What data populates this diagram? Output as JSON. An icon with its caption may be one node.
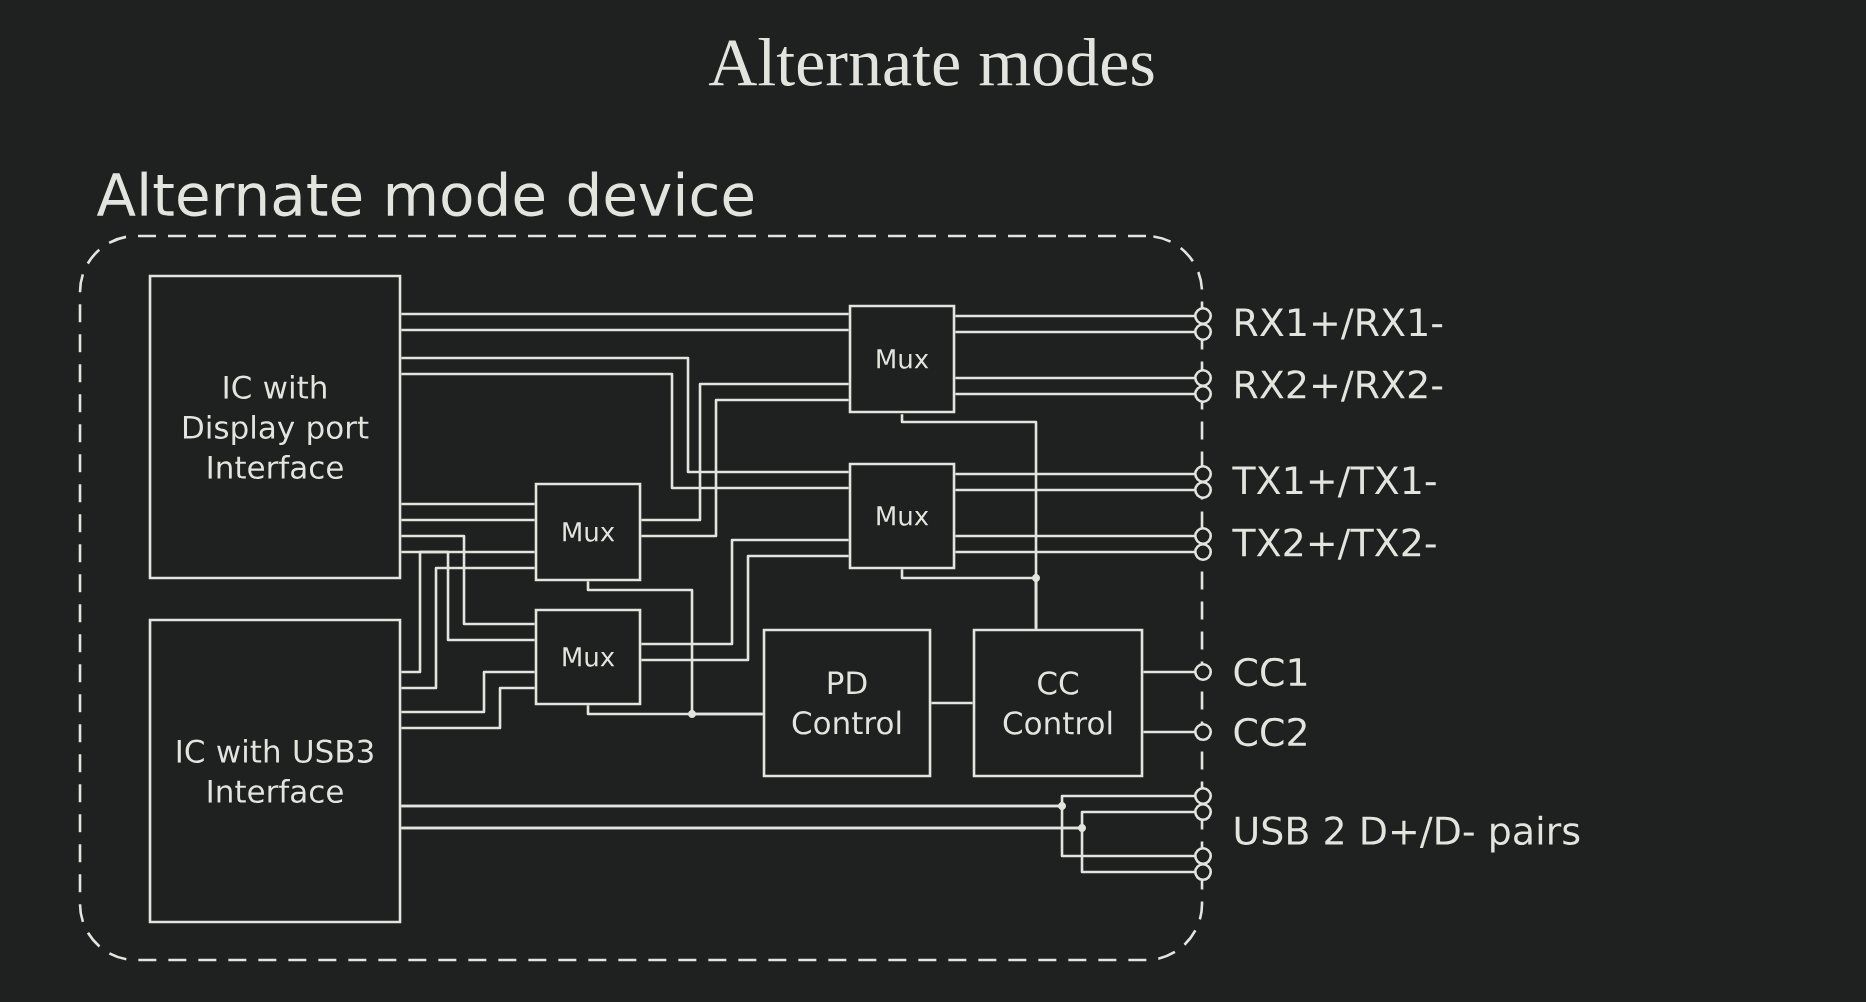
{
  "diagram": {
    "title": "Alternate modes",
    "nodes": [
      {
        "text": [
          "Alternate mode device"
        ]
      },
      {
        "text": [
          "IC with Display port Interface"
        ],
        "in": 0
      },
      {
        "text": [
          "IC with USB3 Interface"
        ],
        "in": 0
      },
      {
        "text": [
          "Mux"
        ],
        "in": 0
      },
      {
        "text": [
          "Mux"
        ],
        "in": 0
      },
      {
        "text": [
          "Mux"
        ],
        "in": 0
      },
      {
        "text": [
          "Mux"
        ],
        "in": 0
      },
      {
        "text": [
          "PD Control"
        ],
        "in": 0
      },
      {
        "text": [
          "CC Control"
        ],
        "in": 0
      },
      {
        "text": [
          "RX1+/RX1-"
        ]
      },
      {
        "text": [
          "RX2+/RX2-"
        ]
      },
      {
        "text": [
          "TX1+/TX1-"
        ]
      },
      {
        "text": [
          "TX2+/TX2-"
        ]
      },
      {
        "text": [
          "CC1"
        ]
      },
      {
        "text": [
          "CC2"
        ]
      },
      {
        "text": [
          "USB 2 D+/D- pairs"
        ]
      }
    ],
    "edges": [
      {
        "from": 1,
        "to": 3,
        "arrow": "none"
      },
      {
        "from": 1,
        "to": 3,
        "arrow": "none"
      },
      {
        "from": 1,
        "to": 4,
        "arrow": "none"
      },
      {
        "from": 1,
        "to": 4,
        "arrow": "none"
      },
      {
        "from": 1,
        "to": 5,
        "arrow": "none"
      },
      {
        "from": 1,
        "to": 5,
        "arrow": "none"
      },
      {
        "from": 1,
        "to": 6,
        "arrow": "none"
      },
      {
        "from": 1,
        "to": 6,
        "arrow": "none"
      },
      {
        "from": 2,
        "to": 5,
        "arrow": "none"
      },
      {
        "from": 2,
        "to": 5,
        "arrow": "none"
      },
      {
        "from": 2,
        "to": 6,
        "arrow": "none"
      },
      {
        "from": 2,
        "to": 6,
        "arrow": "none"
      },
      {
        "from": 5,
        "to": 3,
        "arrow": "none"
      },
      {
        "from": 5,
        "to": 3,
        "arrow": "none"
      },
      {
        "from": 6,
        "to": 4,
        "arrow": "none"
      },
      {
        "from": 6,
        "to": 4,
        "arrow": "none"
      },
      {
        "from": 3,
        "to": 9,
        "arrow": "other"
      },
      {
        "from": 3,
        "to": 9,
        "arrow": "other"
      },
      {
        "from": 3,
        "to": 10,
        "arrow": "other"
      },
      {
        "from": 3,
        "to": 10,
        "arrow": "other"
      },
      {
        "from": 4,
        "to": 11,
        "arrow": "other"
      },
      {
        "from": 4,
        "to": 11,
        "arrow": "other"
      },
      {
        "from": 4,
        "to": 12,
        "arrow": "other"
      },
      {
        "from": 4,
        "to": 12,
        "arrow": "other"
      },
      {
        "from": 8,
        "to": 13,
        "arrow": "other"
      },
      {
        "from": 8,
        "to": 14,
        "arrow": "other"
      },
      {
        "from": 7,
        "to": 8,
        "arrow": "none"
      },
      {
        "from": 3,
        "to": 8,
        "arrow": "none"
      },
      {
        "from": 4,
        "to": 8,
        "arrow": "none"
      },
      {
        "from": 5,
        "to": 7,
        "arrow": "none"
      },
      {
        "from": 6,
        "to": 7,
        "arrow": "none"
      },
      {
        "from": 2,
        "to": 15,
        "arrow": "other"
      },
      {
        "from": 2,
        "to": 15,
        "arrow": "other"
      },
      {
        "from": 2,
        "to": 15,
        "arrow": "other"
      },
      {
        "from": 2,
        "to": 15,
        "arrow": "other"
      }
    ]
  }
}
